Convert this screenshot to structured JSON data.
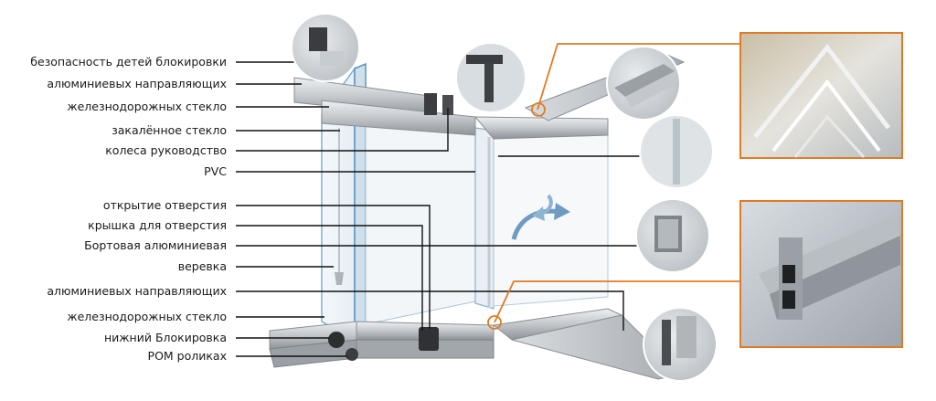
{
  "labels": [
    "безопасность детей блокировки",
    "алюминиевых направляющих",
    "железнодорожных стекло",
    "закалённое стекло",
    "колеса руководство",
    "PVC",
    "открытие отверстия",
    "крышка для отверстия",
    "Бортовая алюминиевая",
    "веревка",
    "алюминиевых направляющих",
    "железнодорожных стекло",
    "нижний Блокировка",
    "POM роликах"
  ],
  "colors": {
    "accent": "#e07b24",
    "line": "#111111",
    "rail_light": "#d4d7da",
    "rail_dark": "#9ea3a8",
    "glass_edge": "#6aa2c8",
    "arrow": "#6f9bc2"
  },
  "icons": [
    "rotate-arrows-icon"
  ]
}
